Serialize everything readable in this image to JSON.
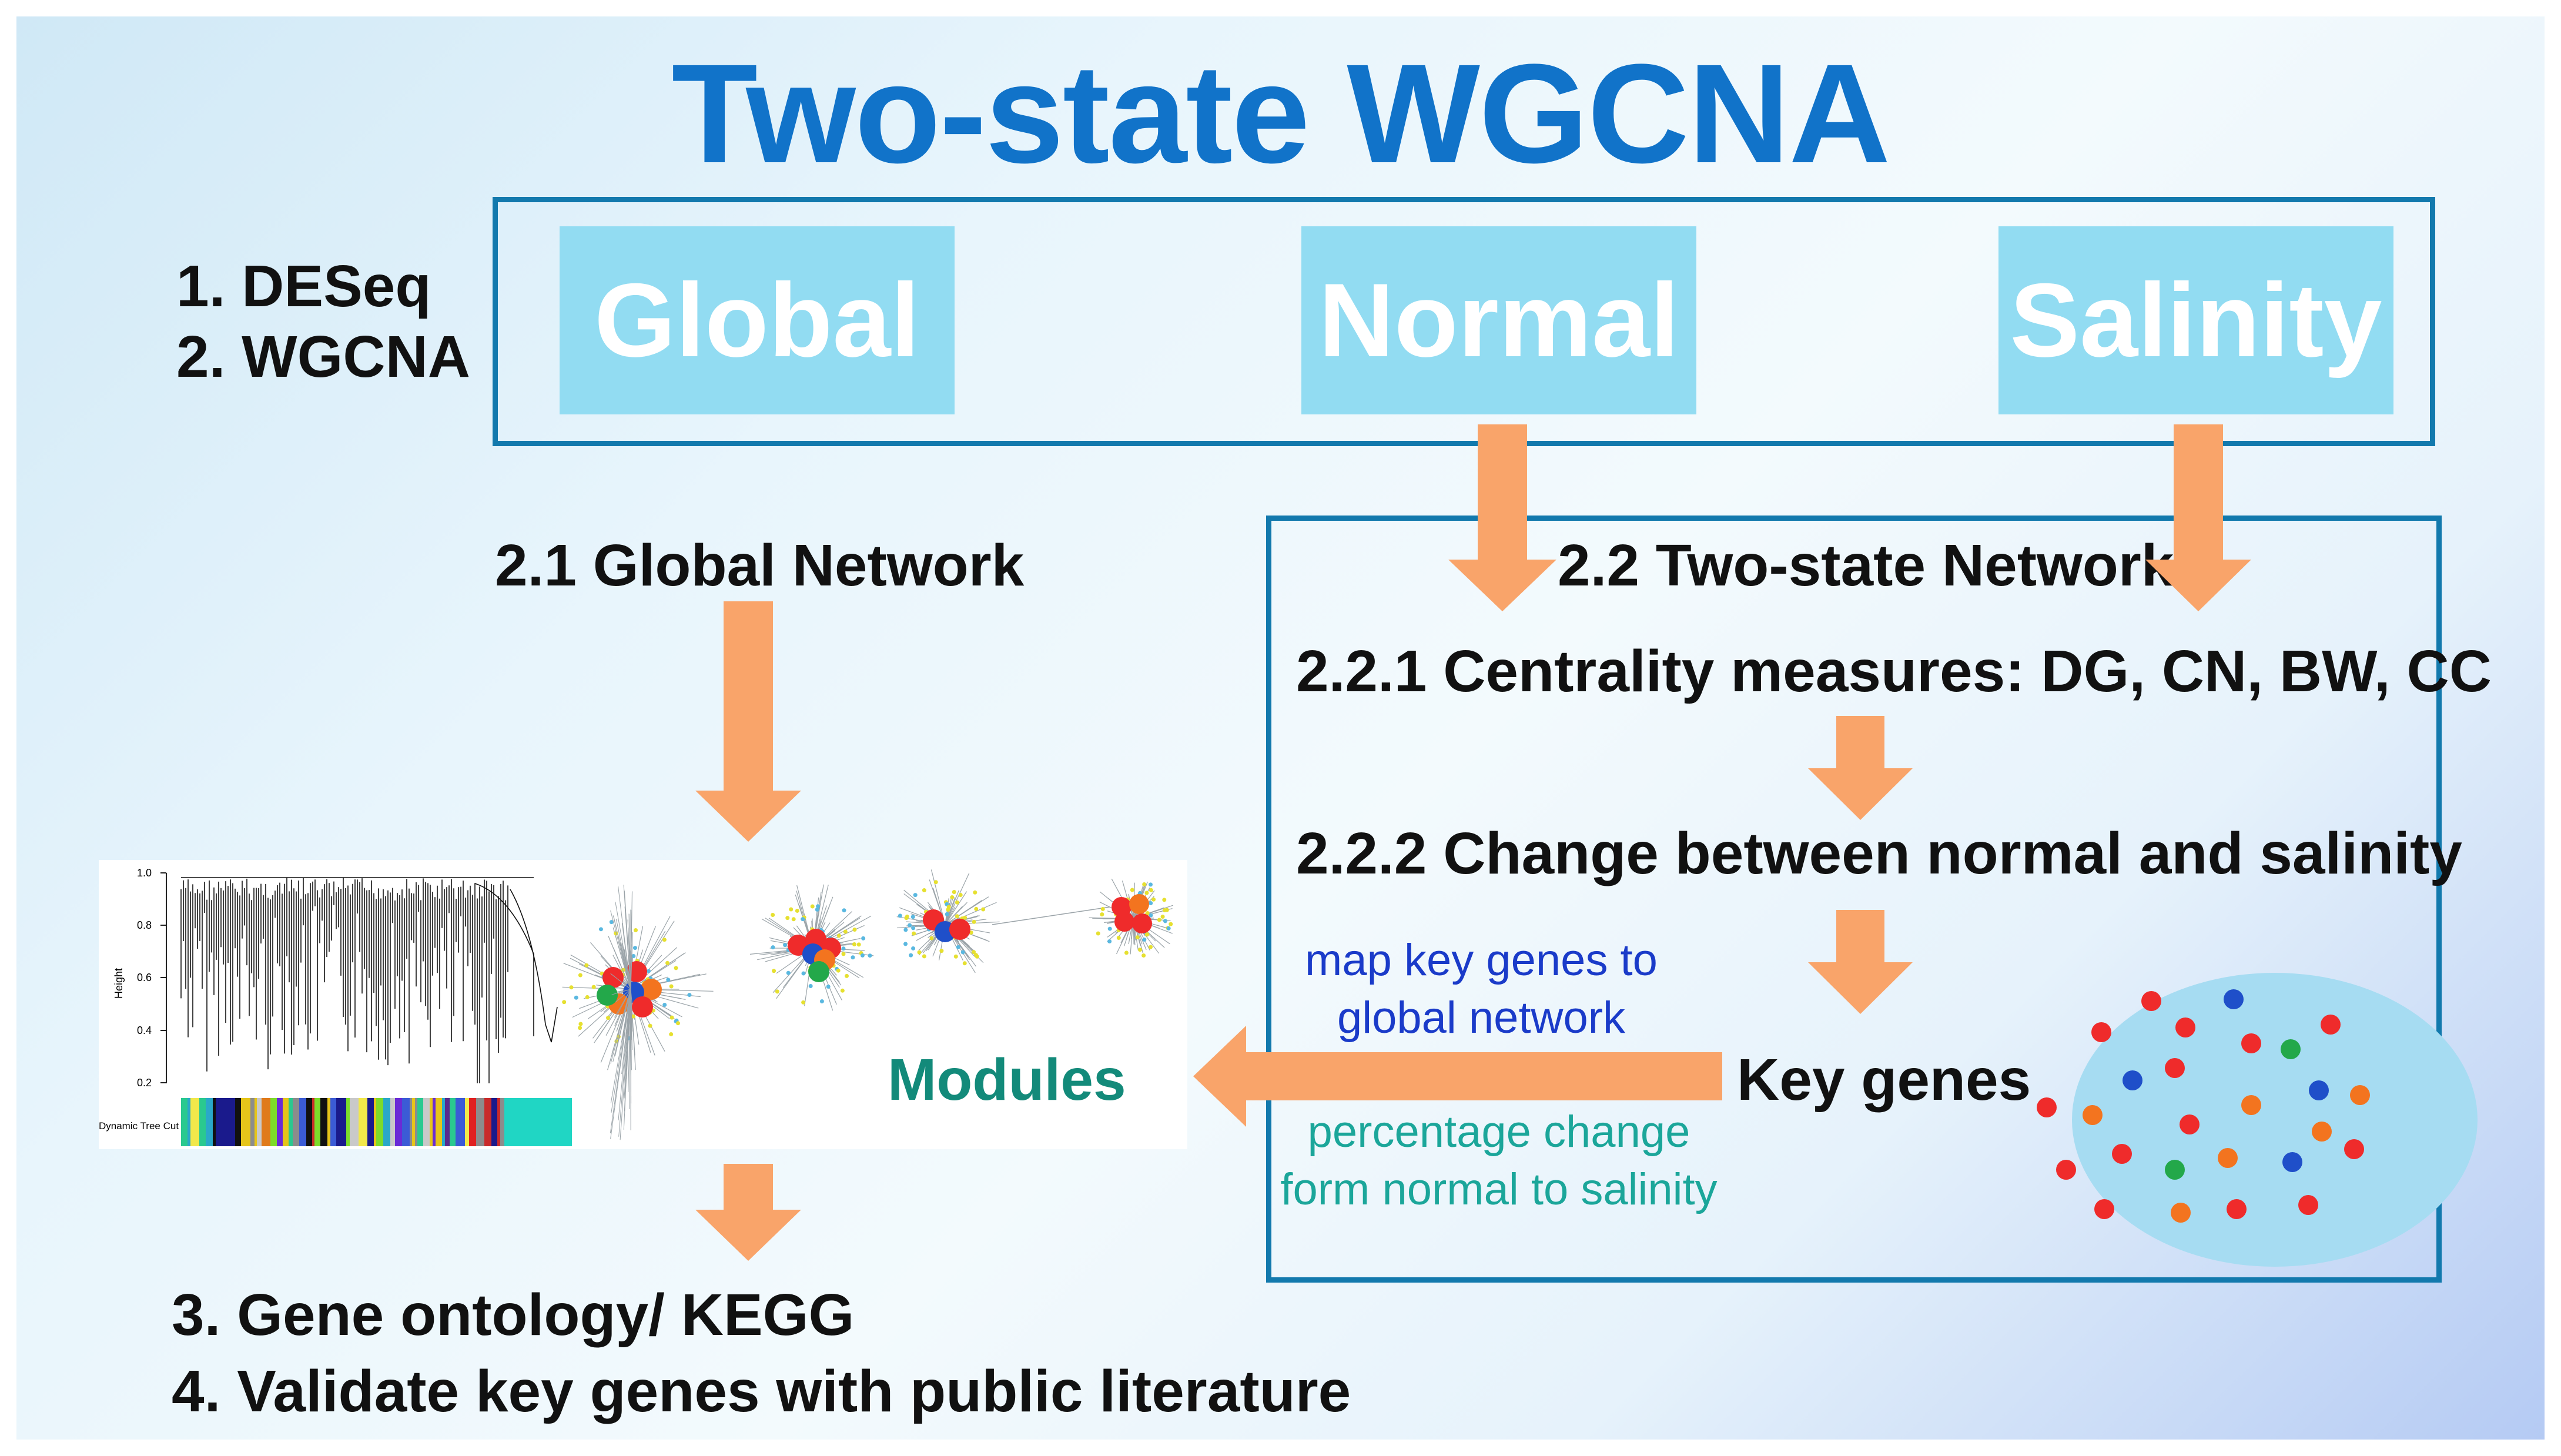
{
  "title": "Two-state WGCNA",
  "states": [
    "Global",
    "Normal",
    "Salinity"
  ],
  "steps": {
    "s1": "1. DESeq",
    "s2": "2. WGCNA",
    "s3": "3. Gene ontology/ KEGG",
    "s4": "4. Validate key genes with public literature"
  },
  "networks": {
    "global": "2.1 Global Network",
    "two_state": "2.2 Two-state Network",
    "centrality": "2.2.1 Centrality measures: DG, CN, BW, CC",
    "change": "2.2.2 Change between normal and salinity"
  },
  "key_genes": "Key genes",
  "modules": "Modules",
  "map_note": [
    "map key genes to",
    "global network"
  ],
  "percentage_note": [
    "percentage change",
    "form normal to salinity"
  ],
  "dendrogram": {
    "ylabel": "Height",
    "yticks": [
      "1.0",
      "0.8",
      "0.6",
      "0.4",
      "0.2"
    ],
    "color_bar_label": "Dynamic Tree Cut"
  },
  "colors": {
    "title": "#1173c9",
    "state_box": "#92dcf2",
    "border": "#1279ad",
    "arrow": "#f9a46a",
    "modules": "#138a7a",
    "map_note": "#1a3bc9",
    "percentage_note": "#1ba69a",
    "gene_ellipse": "#a6dcf2",
    "gene_red": "#ef2b2b",
    "gene_blue": "#1f4fc9",
    "gene_orange": "#f3741f",
    "gene_green": "#23a84a"
  }
}
